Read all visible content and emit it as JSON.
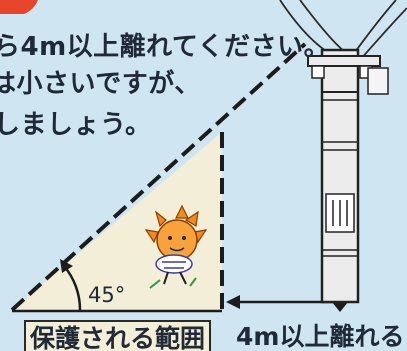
{
  "heading": {
    "line1": "ら4m以上離れてください。",
    "line2": "は小さいですが、",
    "line3": "しましょう。"
  },
  "diagram": {
    "angle_label": "45°",
    "protected_area_label": "保護される範囲",
    "distance_label": "4m以上離れる"
  },
  "colors": {
    "background": "#cfe6f2",
    "triangle_fill": "#f3eed8",
    "accent_tab": "#e8442a",
    "ink": "#1f2a36"
  }
}
